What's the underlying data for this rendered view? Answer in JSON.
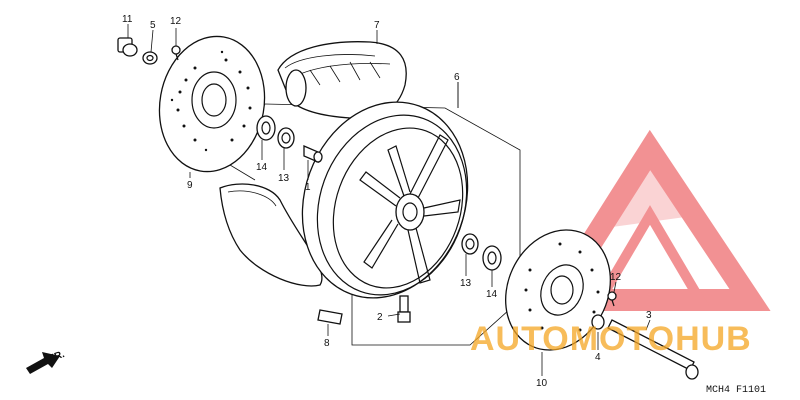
{
  "labels": {
    "p1": "1",
    "p2": "2",
    "p3": "3",
    "p4": "4",
    "p5": "5",
    "p6": "6",
    "p7": "7",
    "p8": "8",
    "p9": "9",
    "p10": "10",
    "p11": "11",
    "p12a": "12",
    "p12b": "12",
    "p13a": "13",
    "p13b": "13",
    "p14a": "14",
    "p14b": "14"
  },
  "front_marker": "FR.",
  "diagram_code": "MCH4  F1101",
  "watermark": {
    "brand": "AUTOMOTOHUB",
    "colors": {
      "logo": "#e8393b",
      "brand_orange": "#f5a623",
      "brand_dark": "#4a4a4a"
    }
  }
}
